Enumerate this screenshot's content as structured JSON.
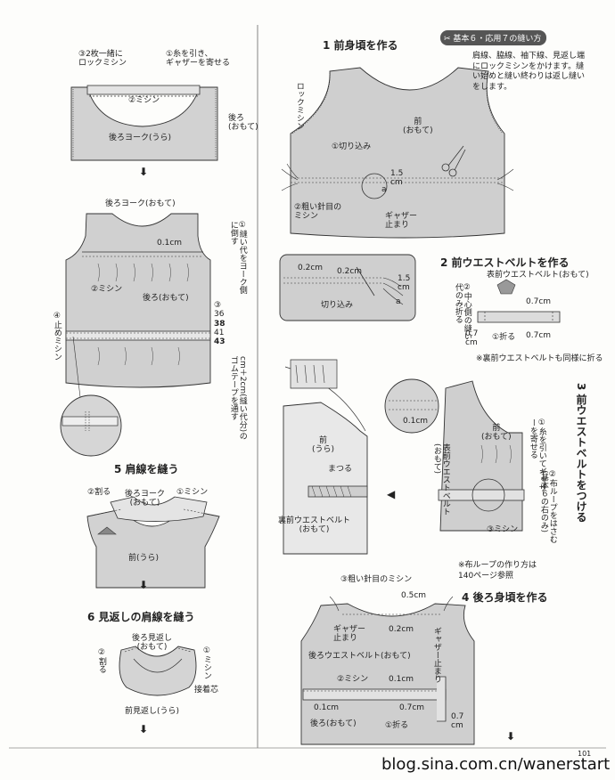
{
  "header_badge": {
    "icon": "sewing-machine-icon",
    "label": "基本６・応用７の縫い方"
  },
  "intro_note": "肩線、脇線、袖下線、見返し端にロックミシンをかけます。縫い始めと縫い終わりは返し縫いをします。",
  "left": {
    "yoke_top": {
      "label_overlock": "③2枚一緒に\nロックミシン",
      "label_gather": "①糸を引き、\nギャザーを寄せる",
      "label_stitch": "②ミシン",
      "label_back_yoke_wrong": "後ろヨーク(うら)",
      "label_back_right": "後ろ\n(おもて)"
    },
    "back_body": {
      "label_back_yoke_right": "後ろヨーク(おもて)",
      "label_01cm": "0.1cm",
      "label_stitch": "②ミシン",
      "label_back_right": "後ろ(おもて)",
      "label_seam_note": "①縫い代をヨーク側に倒す",
      "label_elastic_pre": "③",
      "elastic_sizes": [
        "36",
        "38",
        "41",
        "43"
      ],
      "label_elastic_post": "cm＋2cm(縫い代分)のゴムテープを通す",
      "label_stop_stitch": "④止めミシン"
    },
    "step5": {
      "title": "5 肩線を縫う",
      "label_split": "②割る",
      "label_back_yoke_right": "後ろヨーク\n(おもて)",
      "label_stitch": "①ミシン",
      "label_front_wrong": "前(うら)"
    },
    "step6": {
      "title": "6 見返しの肩線を縫う",
      "label_back_facing": "後ろ見返し\n(おもて)",
      "label_split": "②割る",
      "label_stitch": "①ミシン",
      "label_interfacing": "接着芯",
      "label_front_facing": "前見返し(うら)"
    }
  },
  "right": {
    "step1": {
      "title": "1 前身頃を作る",
      "label_overlock": "ロックミシン",
      "label_front_right": "前\n(おもて)",
      "label_cut": "①切り込み",
      "label_coarse": "②粗い針目の\nミシン",
      "label_gather_stop": "ギャザー\n止まり",
      "label_15cm": "1.5\ncm",
      "label_a": "a",
      "detail_02cm_1": "0.2cm",
      "detail_02cm_2": "0.2cm",
      "detail_15cm": "1.5\ncm",
      "detail_cut": "切り込み",
      "detail_a": "a"
    },
    "step2": {
      "title": "2 前ウエストベルトを作る",
      "label_outer_belt": "表前ウエストベルト(おもて)",
      "label_fold": "②中心側の縫い代のみ折る",
      "label_07cm_a": "0.7cm",
      "label_07cm_b": "0.7\ncm",
      "label_07cm_c": "0.7cm",
      "label_fold1": "①折る",
      "note": "※裏前ウエストベルトも同様に折る"
    },
    "step3": {
      "title": "3 前ウエストベルトをつける",
      "label_01cm": "0.1cm",
      "label_gather": "①糸を引いてギャザーを寄せる",
      "label_front_right": "前\n(おもて)",
      "label_outer_belt": "表前ウエストベルト\n(おもて)",
      "label_loop": "②布ループをはさむ\n(基本６の右のみ)",
      "label_stitch": "③ミシン",
      "note": "※布ループの作り方は\n140ページ参照",
      "label_front_wrong": "前\n(うら)",
      "label_whip": "まつる",
      "label_inner_belt": "裏前ウエストベルト\n(おもて)"
    },
    "step4": {
      "title": "4 後ろ身頃を作る",
      "label_coarse": "③粗い針目のミシン",
      "label_05cm": "0.5cm",
      "label_gather_stop": "ギャザー\n止まり",
      "label_02cm": "0.2cm",
      "label_gather_stop_v": "ギャザー止まり",
      "label_back_belt": "後ろウエストベルト(おもて)",
      "label_stitch": "②ミシン",
      "label_01cm_a": "0.1cm",
      "label_01cm_b": "0.1cm",
      "label_07cm_a": "0.7cm",
      "label_07cm_b": "0.7\ncm",
      "label_back_right": "後ろ(おもて)",
      "label_fold": "①折る"
    }
  },
  "page_number": "101",
  "watermark": "blog.sina.com.cn/wanerstart",
  "colors": {
    "fabric": "#cfcfcf",
    "fabric_dark": "#b9b9b9",
    "line": "#333333",
    "badge": "#555555"
  }
}
